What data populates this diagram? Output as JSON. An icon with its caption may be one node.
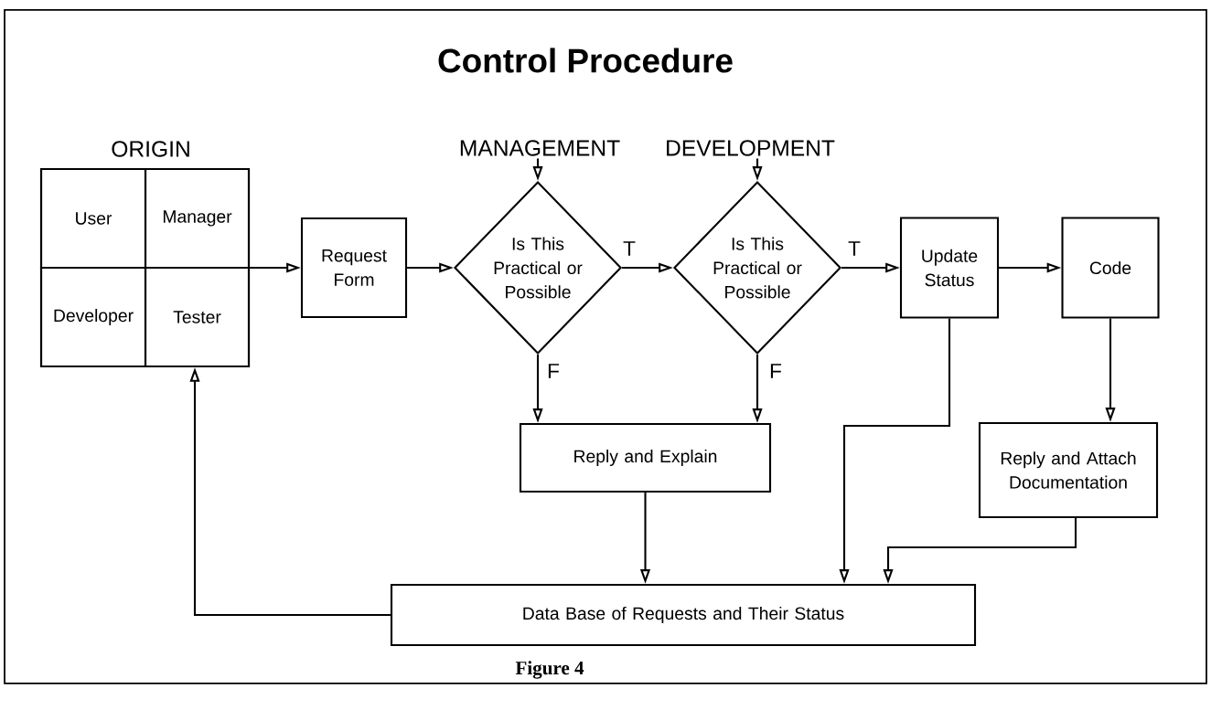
{
  "diagram": {
    "title": "Control Procedure",
    "caption": "Figure 4",
    "nodes": [
      {
        "text": [
          "ORIGIN"
        ]
      },
      {
        "text": [
          "User"
        ],
        "in": 0
      },
      {
        "text": [
          "Manager"
        ],
        "in": 0
      },
      {
        "text": [
          "Developer"
        ],
        "in": 0
      },
      {
        "text": [
          "Tester"
        ],
        "in": 0
      },
      {
        "text": [
          "Request Form"
        ]
      },
      {
        "text": [
          "MANAGEMENT"
        ]
      },
      {
        "text": [
          "Is This Practical or Possible"
        ]
      },
      {
        "text": [
          "DEVELOPMENT"
        ]
      },
      {
        "text": [
          "Is This Practical or Possible"
        ]
      },
      {
        "text": [
          "Update Status"
        ]
      },
      {
        "text": [
          "Code"
        ]
      },
      {
        "text": [
          "Reply and Explain"
        ]
      },
      {
        "text": [
          "Reply and Attach Documentation"
        ]
      },
      {
        "text": [
          "Data Base of Requests and Their Status"
        ]
      }
    ],
    "edges": [
      {
        "from": 0,
        "to": 5,
        "arrow": "to"
      },
      {
        "from": 5,
        "to": 7,
        "arrow": "to"
      },
      {
        "from": 6,
        "to": 7,
        "arrow": "to"
      },
      {
        "from": 7,
        "to": 9,
        "arrow": "to",
        "label": "T"
      },
      {
        "from": 8,
        "to": 9,
        "arrow": "to"
      },
      {
        "from": 9,
        "to": 10,
        "arrow": "to",
        "label": "T"
      },
      {
        "from": 10,
        "to": 11,
        "arrow": "to"
      },
      {
        "from": 7,
        "to": 12,
        "arrow": "to",
        "label": "F"
      },
      {
        "from": 9,
        "to": 12,
        "arrow": "to",
        "label": "F"
      },
      {
        "from": 11,
        "to": 13,
        "arrow": "to"
      },
      {
        "from": 12,
        "to": 14,
        "arrow": "to"
      },
      {
        "from": 10,
        "to": 14,
        "arrow": "to"
      },
      {
        "from": 13,
        "to": 14,
        "arrow": "to"
      },
      {
        "from": 14,
        "to": 0,
        "arrow": "to"
      }
    ]
  }
}
